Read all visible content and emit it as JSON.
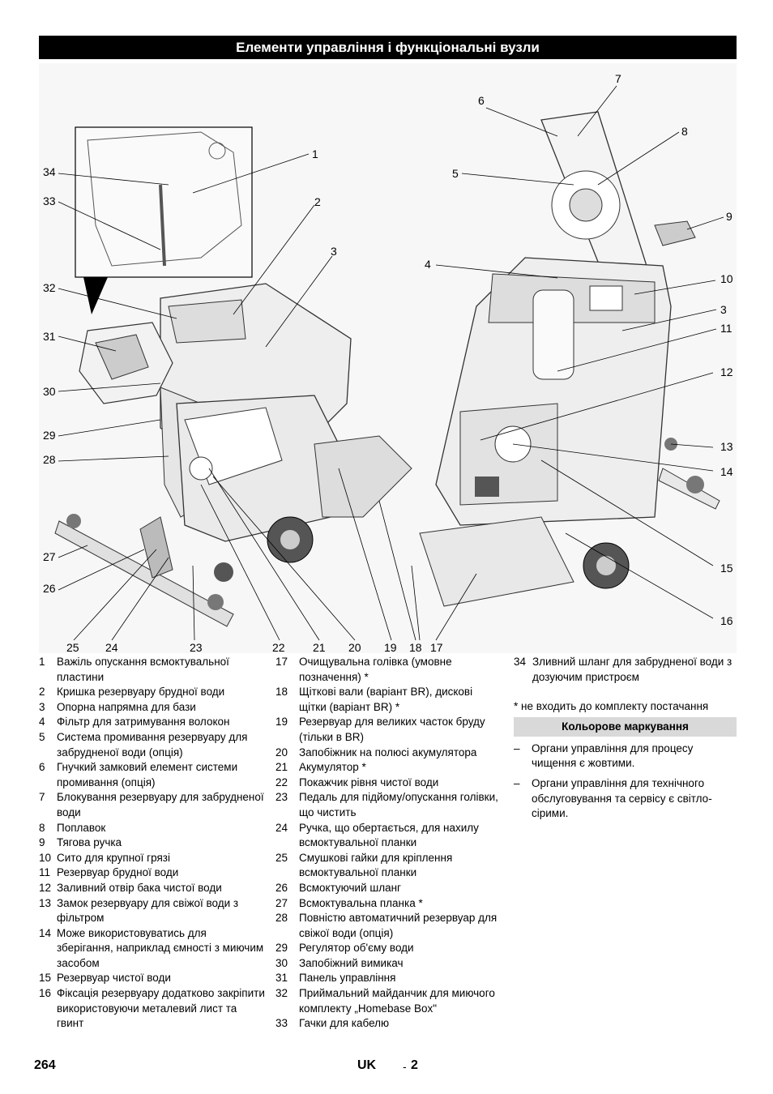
{
  "header": {
    "title": "Елементи управління і функціональні вузли"
  },
  "figure": {
    "callouts": [
      "1",
      "2",
      "3",
      "4",
      "5",
      "6",
      "7",
      "8",
      "9",
      "10",
      "3",
      "11",
      "12",
      "13",
      "14",
      "15",
      "16",
      "34",
      "33",
      "32",
      "31",
      "30",
      "29",
      "28",
      "27",
      "26",
      "25",
      "24",
      "23",
      "22",
      "21",
      "20",
      "19",
      "18",
      "17"
    ]
  },
  "legend": {
    "col1": [
      {
        "num": "1",
        "text": "Важіль опускання всмоктувальної пластини"
      },
      {
        "num": "2",
        "text": "Кришка резервуару брудної води"
      },
      {
        "num": "3",
        "text": "Опорна напрямна для бази"
      },
      {
        "num": "4",
        "text": "Фільтр для затримування волокон"
      },
      {
        "num": "5",
        "text": "Система промивання резервуару для забрудненої води (опція)"
      },
      {
        "num": "6",
        "text": "Гнучкий замковий елемент системи промивання (опція)"
      },
      {
        "num": "7",
        "text": "Блокування резервуару для забрудненої води"
      },
      {
        "num": "8",
        "text": "Поплавок"
      },
      {
        "num": "9",
        "text": "Тягова ручка"
      },
      {
        "num": "10",
        "text": "Сито для крупної грязі"
      },
      {
        "num": "11",
        "text": "Резервуар брудної води"
      },
      {
        "num": "12",
        "text": "Заливний отвір бака чистої води"
      },
      {
        "num": "13",
        "text": "Замок резервуару для свіжої води з фільтром"
      },
      {
        "num": "14",
        "text": "Може використовуватись для зберігання, наприклад ємності з миючим засобом"
      },
      {
        "num": "15",
        "text": "Резервуар чистої води"
      },
      {
        "num": "16",
        "text": "Фіксація резервуару додатково закріпити використовуючи металевий лист та гвинт"
      }
    ],
    "col2": [
      {
        "num": "17",
        "text": "Очищувальна голівка (умовне позначення) *"
      },
      {
        "num": "18",
        "text": "Щіткові вали (варіант BR), дискові щітки (варіант BR) *"
      },
      {
        "num": "19",
        "text": "Резервуар для великих часток бруду (тільки в BR)"
      },
      {
        "num": "20",
        "text": "Запобіжник на полюсі акумулятора"
      },
      {
        "num": "21",
        "text": "Акумулятор *"
      },
      {
        "num": "22",
        "text": "Покажчик рівня чистої води"
      },
      {
        "num": "23",
        "text": "Педаль для підйому/опускання голівки, що чистить"
      },
      {
        "num": "24",
        "text": "Ручка, що обертається, для нахилу всмоктувальної планки"
      },
      {
        "num": "25",
        "text": "Смушкові гайки для кріплення всмоктувальної планки"
      },
      {
        "num": "26",
        "text": "Всмоктуючий шланг"
      },
      {
        "num": "27",
        "text": "Всмоктувальна планка *"
      },
      {
        "num": "28",
        "text": "Повністю автоматичний резервуар для свіжої води (опція)"
      },
      {
        "num": "29",
        "text": "Регулятор об'єму води"
      },
      {
        "num": "30",
        "text": "Запобіжний вимикач"
      },
      {
        "num": "31",
        "text": "Панель управління"
      },
      {
        "num": "32",
        "text": "Приймальний майданчик для миючого комплекту „Homebase Box\""
      },
      {
        "num": "33",
        "text": "Гачки для кабелю"
      }
    ],
    "col3": [
      {
        "num": "34",
        "text": "Зливний шланг для забрудненої води з дозуючим пристроєм"
      }
    ],
    "note": "* не входить до комплекту постачання"
  },
  "color_coding": {
    "heading": "Кольорове маркування",
    "items": [
      "Органи управління для процесу чищення є жовтими.",
      "Органи управління для технічного обслуговування та сервісу є світло-сірими."
    ]
  },
  "footer": {
    "page_number": "264",
    "language": "UK",
    "separator": "-",
    "section": "2"
  }
}
